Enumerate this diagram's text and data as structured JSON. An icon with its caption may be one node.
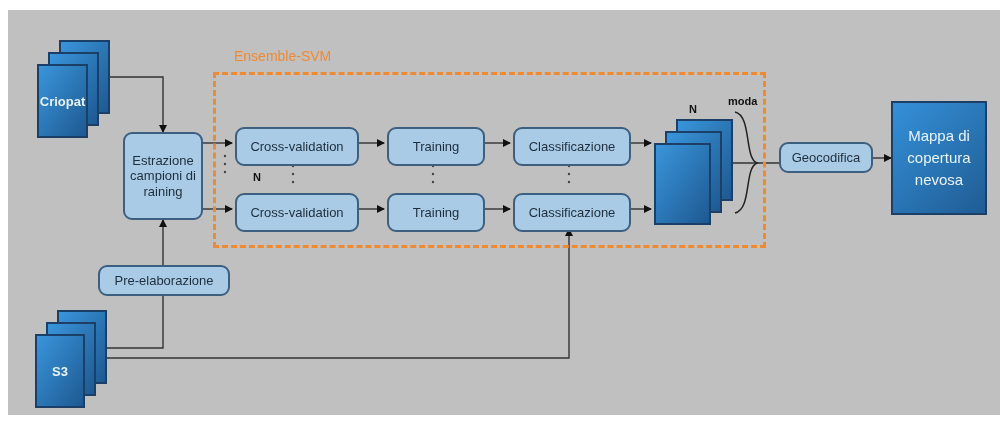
{
  "diagram": {
    "nodes": [
      {
        "text": [
          "Ensemble-SVM"
        ]
      },
      {
        "text": [
          "Criopat"
        ]
      },
      {
        "text": [
          "Estrazione campioni di raining"
        ]
      },
      {
        "text": [
          "Cross-validation"
        ],
        "in": 0
      },
      {
        "text": [
          "Training"
        ],
        "in": 0
      },
      {
        "text": [
          "Classificazione"
        ],
        "in": 0
      },
      {
        "text": [
          "Cross-validation"
        ],
        "in": 0
      },
      {
        "text": [
          "Training"
        ],
        "in": 0
      },
      {
        "text": [
          "Classificazione"
        ],
        "in": 0
      },
      {
        "text": [],
        "shape": "box",
        "in": 0,
        "beside": [
          "N"
        ]
      },
      {
        "text": [
          "Pre-elaborazione"
        ]
      },
      {
        "text": [
          "S3"
        ]
      },
      {
        "text": [
          "Geocodifica"
        ]
      },
      {
        "text": [
          "Mappa di copertura nevosa"
        ]
      }
    ],
    "edges": [
      {
        "from": 1,
        "to": 2,
        "arrow": "to"
      },
      {
        "from": 2,
        "to": 3,
        "arrow": "to"
      },
      {
        "from": 2,
        "to": 6,
        "arrow": "to"
      },
      {
        "from": 3,
        "to": 4,
        "arrow": "to"
      },
      {
        "from": 4,
        "to": 5,
        "arrow": "to"
      },
      {
        "from": 5,
        "to": 9,
        "arrow": "to"
      },
      {
        "from": 6,
        "to": 7,
        "arrow": "to"
      },
      {
        "from": 7,
        "to": 8,
        "arrow": "to"
      },
      {
        "from": 8,
        "to": 9,
        "arrow": "to"
      },
      {
        "from": 11,
        "to": 10,
        "arrow": "none"
      },
      {
        "from": 10,
        "to": 2,
        "arrow": "to"
      },
      {
        "from": 11,
        "to": 8,
        "arrow": "to"
      },
      {
        "from": 9,
        "to": 12,
        "arrow": "none"
      },
      {
        "from": 12,
        "to": 13,
        "arrow": "to"
      }
    ],
    "labels": [
      "N",
      "moda"
    ]
  }
}
